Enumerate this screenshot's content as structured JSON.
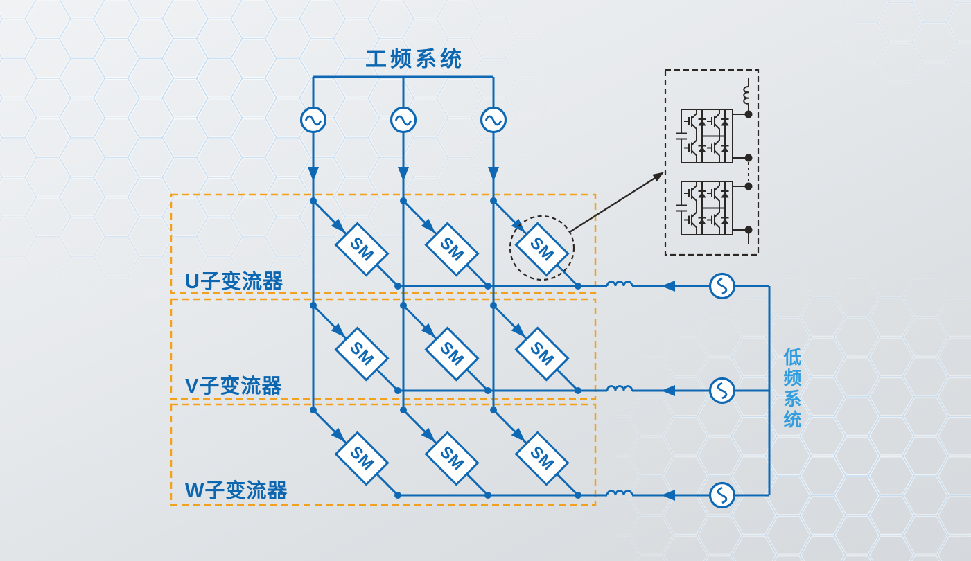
{
  "diagram": {
    "title": "工频系统",
    "low_freq_label": "低频系统",
    "sm_label": "SM",
    "converters": [
      {
        "label": "U子变流器"
      },
      {
        "label": "V子变流器"
      },
      {
        "label": "W子变流器"
      }
    ],
    "icons": {
      "ac_source_mains": "circle-with-horizontal-sine",
      "ac_source_low_freq": "circle-with-vertical-sine",
      "current_arrow": "solid-triangle",
      "inductor": "coil-3-humps",
      "sm_module": "rotated-white-rect",
      "submodule_detail": "dual-h-bridge-igbt-cells-with-capacitors-and-inductor",
      "junction": "filled-dot"
    },
    "colors": {
      "line_blue": "#0f68b3",
      "label_blue": "#0c66b0",
      "light_blue": "#339ede",
      "orange": "#f2a11f",
      "circuit_black": "#2b2724"
    }
  }
}
